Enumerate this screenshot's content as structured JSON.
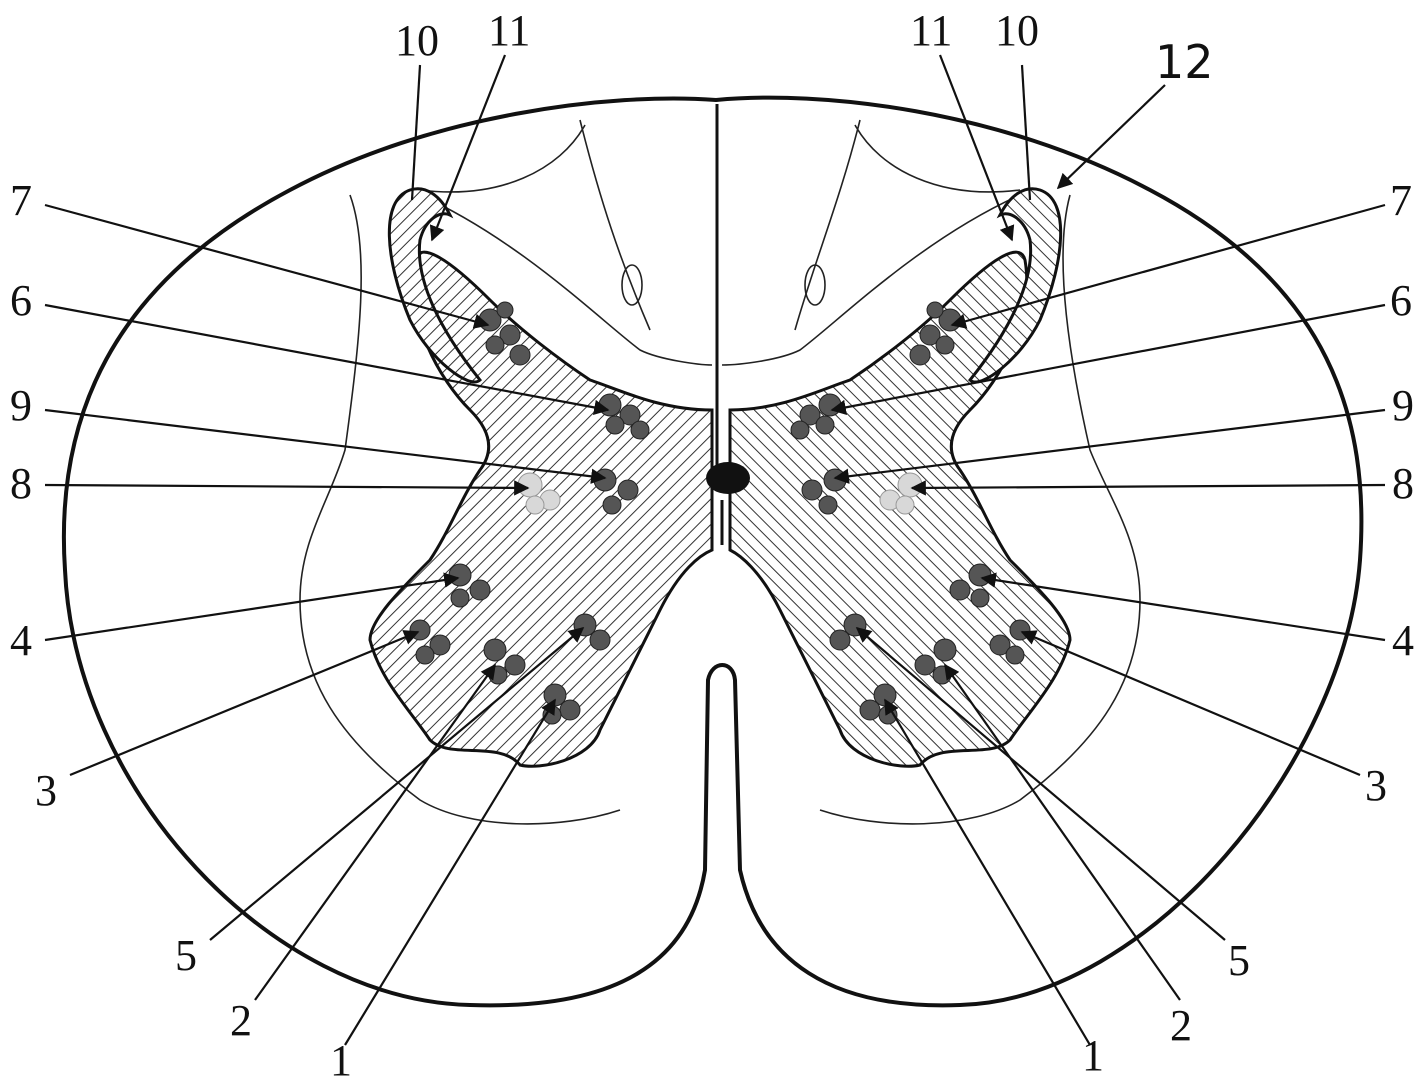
{
  "labels": {
    "left": {
      "l1": "1",
      "l2": "2",
      "l3": "3",
      "l4": "4",
      "l5": "5",
      "l6": "6",
      "l7": "7",
      "l8": "8",
      "l9": "9",
      "l10": "10",
      "l11": "11"
    },
    "right": {
      "r1": "1",
      "r2": "2",
      "r3": "3",
      "r4": "4",
      "r5": "5",
      "r6": "6",
      "r7": "7",
      "r8": "8",
      "r9": "9",
      "r10": "10",
      "r11": "11",
      "r12": "12"
    }
  }
}
